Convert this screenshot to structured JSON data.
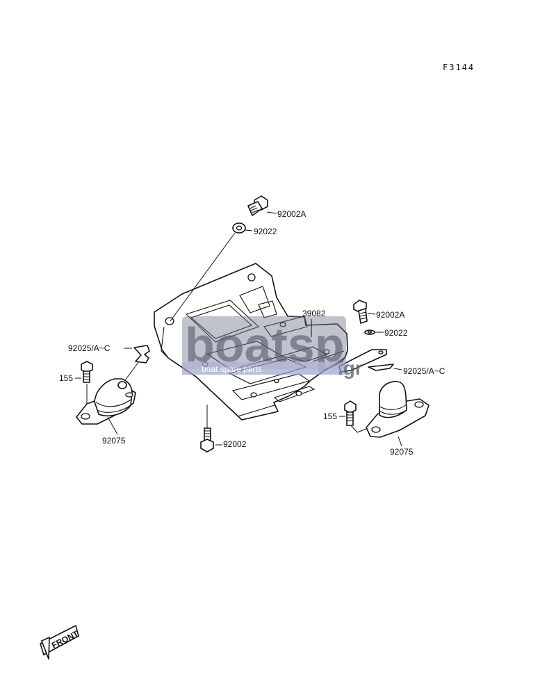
{
  "figure_code": "F3144",
  "watermark": {
    "brand": "boatsp",
    "tagline": "boat spare parts",
    "suffix": ".gr"
  },
  "front_label": "FRONT",
  "labels": {
    "bolt_top": "92002A",
    "washer_top": "92022",
    "plate": "39082",
    "bolt_right": "92002A",
    "washer_right": "92022",
    "clip_left": "92025/A~C",
    "bolt_left": "155",
    "mount_left": "92075",
    "bolt_bottom": "92002",
    "clip_right": "92025/A~C",
    "bolt_right_low": "155",
    "mount_right": "92075"
  },
  "colors": {
    "line": "#111111",
    "watermark_dark": "#5a5f73",
    "watermark_light": "#9aa0c8"
  }
}
